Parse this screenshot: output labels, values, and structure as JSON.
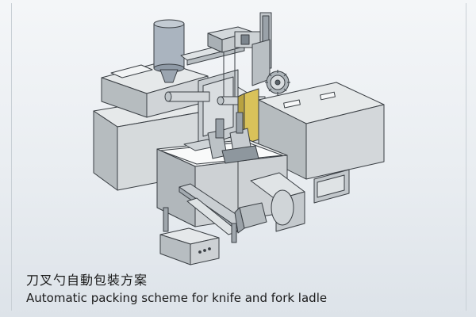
{
  "caption": {
    "chinese": "刀叉勺自動包裝方案",
    "english": "Automatic packing scheme for knife and fork ladle"
  },
  "colors": {
    "background": "#eef1f4",
    "machine_face": "#d6dadc",
    "machine_side": "#b6bcbf",
    "machine_top": "#e6e9ea",
    "outline": "#3a3f44",
    "accent_yellow": "#d9c25a",
    "hopper_blue": "#aab4bf"
  },
  "illustration": {
    "subject": "packing-machine-3d-render"
  }
}
